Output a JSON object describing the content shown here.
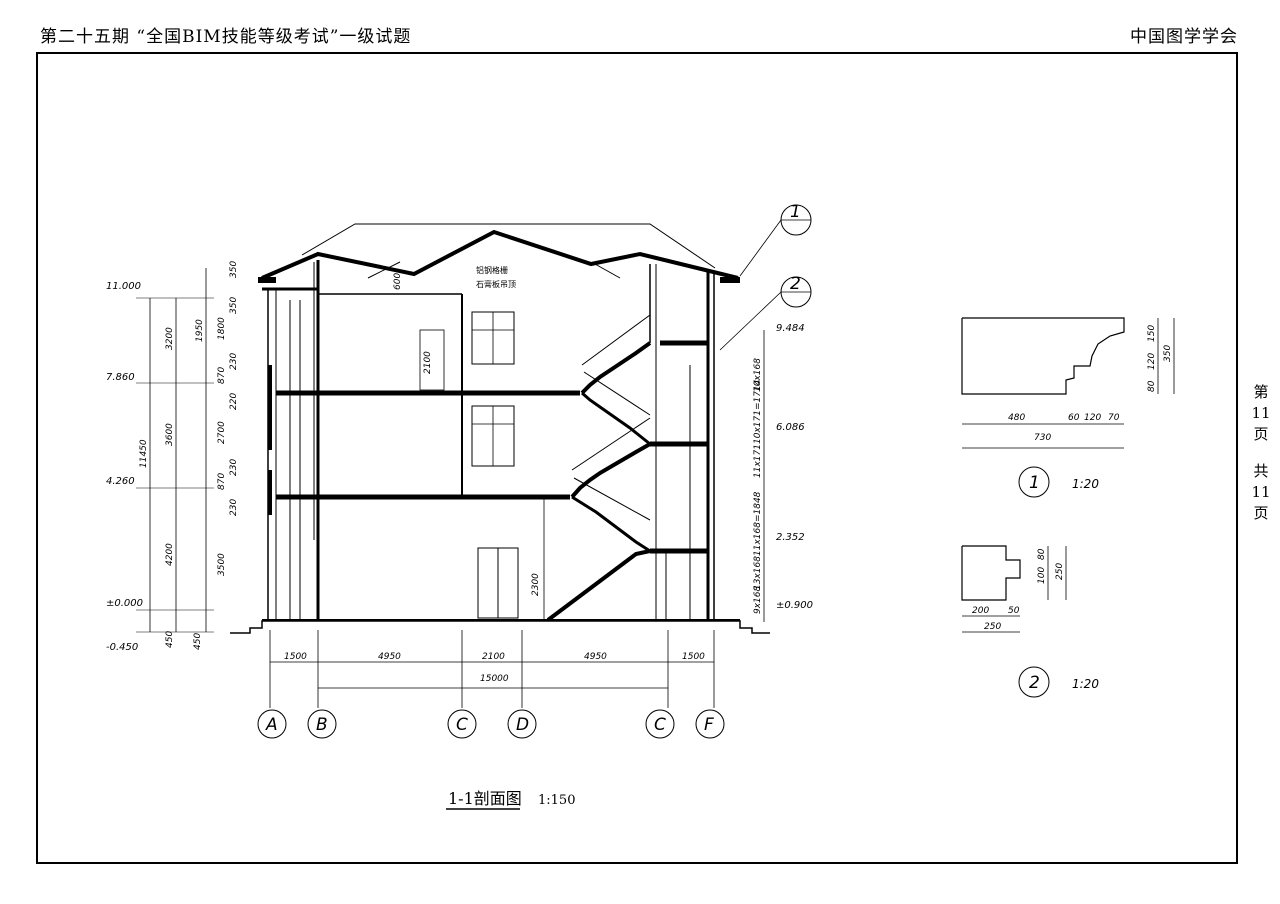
{
  "header": {
    "left": "第二十五期 “全国BIM技能等级考试”一级试题",
    "right": "中国图学学会"
  },
  "page_marker": [
    "第",
    "11",
    "页",
    "共",
    "11",
    "页"
  ],
  "section": {
    "title": "1-1剖面图",
    "scale": "1:150",
    "axes": [
      "A",
      "B",
      "C",
      "D",
      "C",
      "F"
    ],
    "levels_left": [
      "11.000",
      "7.860",
      "4.260",
      "±0.000",
      "-0.450"
    ],
    "levels_right": [
      "9.484",
      "6.086",
      "2.352",
      "±0.900"
    ],
    "overall_dims": [
      "11450",
      "3200",
      "3600",
      "4200",
      "450"
    ],
    "left_dims": [
      "350",
      "1950",
      "350",
      "1800",
      "230",
      "870",
      "220",
      "2700",
      "230",
      "870",
      "230",
      "3500",
      "450"
    ],
    "bottom_dims": [
      "1500",
      "4950",
      "2100",
      "4950",
      "1500"
    ],
    "bottom_total": "15000",
    "right_dims": [
      "10x168",
      "10x171=1714",
      "11x171",
      "11x168=1848",
      "13x168",
      "9x168"
    ],
    "inner_dims": [
      "2100",
      "2300",
      "600"
    ],
    "note_lines": [
      "铝钢格栅",
      "石膏板吊顶"
    ],
    "detail_callouts": [
      "1",
      "2"
    ]
  },
  "detail1": {
    "label": "1",
    "scale": "1:20",
    "dims_bottom": [
      "480",
      "60",
      "120",
      "70"
    ],
    "total": "730",
    "dims_right": [
      "150",
      "120",
      "80",
      "350"
    ]
  },
  "detail2": {
    "label": "2",
    "scale": "1:20",
    "dims_bottom": [
      "200",
      "50"
    ],
    "total": "250",
    "dims_right": [
      "80",
      "100",
      "250"
    ]
  }
}
